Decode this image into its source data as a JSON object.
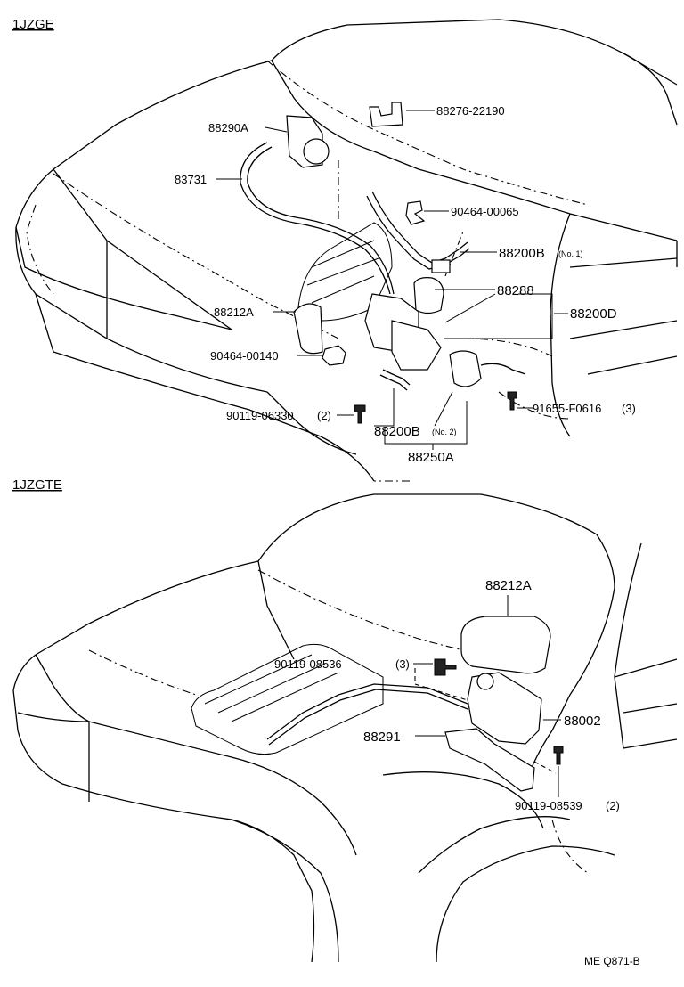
{
  "sections": [
    {
      "label": "1JZGE",
      "callouts": [
        {
          "text": "88276-22190"
        },
        {
          "text": "88290A"
        },
        {
          "text": "83731"
        },
        {
          "text": "90464-00065"
        },
        {
          "text": "88200B",
          "suffix": "(No. 1)"
        },
        {
          "text": "88288"
        },
        {
          "text": "88200D"
        },
        {
          "text": "88212A"
        },
        {
          "text": "90464-00140"
        },
        {
          "text": "90119-06330",
          "suffix": "(2)"
        },
        {
          "text": "91655-F0616",
          "suffix": "(3)"
        },
        {
          "text": "88200B",
          "suffix": "(No. 2)"
        },
        {
          "text": "88250A"
        }
      ]
    },
    {
      "label": "1JZGTE",
      "callouts": [
        {
          "text": "88212A"
        },
        {
          "text": "90119-08536",
          "suffix": "(3)"
        },
        {
          "text": "88002"
        },
        {
          "text": "88291"
        },
        {
          "text": "90119-08539",
          "suffix": "(2)"
        }
      ]
    }
  ],
  "footer": "ME Q871-B"
}
